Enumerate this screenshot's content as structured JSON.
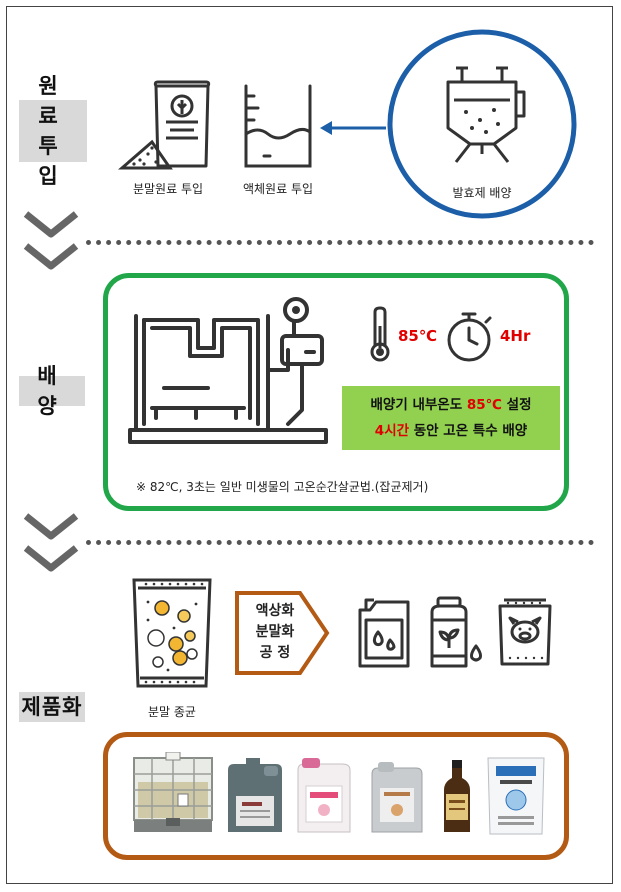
{
  "stage_labels": {
    "raw_material": [
      "원 료",
      "투 입"
    ],
    "culture": "배 양",
    "production": "제품화"
  },
  "raw_input": {
    "powder_caption": "분말원료 투입",
    "liquid_caption": "액체원료 투입",
    "ferment_caption": "발효제 배양"
  },
  "culture": {
    "temperature": "85℃",
    "duration": "4Hr",
    "line1": {
      "a": "배양기 내부온도 ",
      "b": "85℃",
      "c": " 설정"
    },
    "line2": {
      "a": "4시간",
      "b": " 동안 고온 특수 배양"
    },
    "note": "※ 82℃, 3초는 일반 미생물의 고온순간살균법.(잡균제거)"
  },
  "production": {
    "seed_caption": "분말 종균",
    "process_lines": [
      "액상화",
      "분말화",
      "공  정"
    ]
  },
  "colors": {
    "green_border": "#21a64a",
    "brown_border": "#b35a14",
    "blue_circle": "#1c5fa8",
    "highlight": "#92d050",
    "red": "#e00000"
  },
  "icons": [
    "powder-bag-icon",
    "beaker-icon",
    "arrow-left-icon",
    "fermenter-icon",
    "chevron-down-icon",
    "incubator-machine-icon",
    "thermometer-icon",
    "stopwatch-icon",
    "seed-bag-icon",
    "liquid-jug-icon",
    "plant-bottle-icon",
    "pig-feed-bag-icon"
  ]
}
